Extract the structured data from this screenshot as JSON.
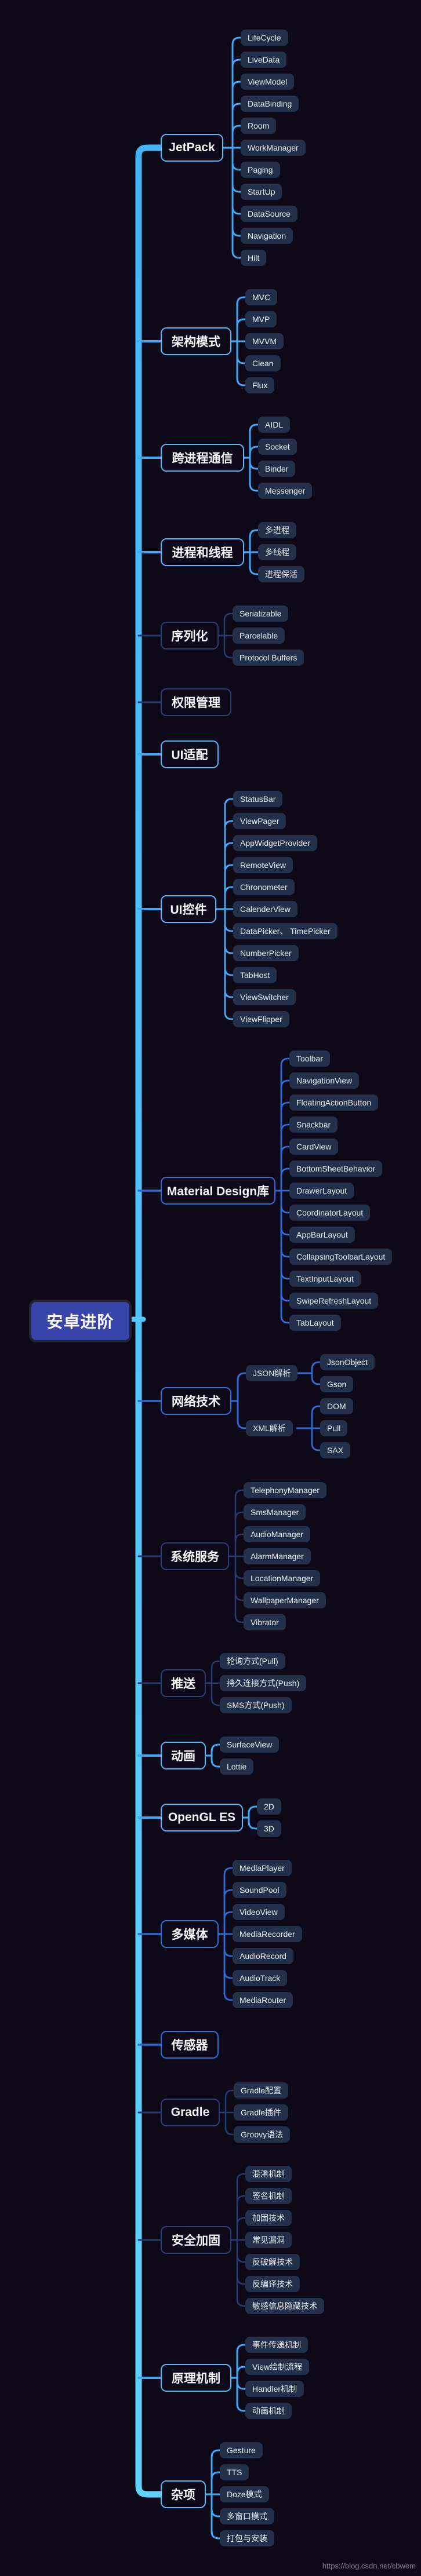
{
  "root": {
    "label": "安卓进阶"
  },
  "watermark": "https://blog.csdn.net/cbwem",
  "palette": {
    "background": "#0d0918",
    "trunk_top": "#44b3fa",
    "trunk_bottom": "#60d1fd",
    "root_fill": "#3745a8",
    "root_border": "#23232f",
    "node_fill": "#242f4a",
    "node_text": "#e9eef6",
    "tone_bright": "#52baf9",
    "tone_medium": "#2e6fd9",
    "tone_dark": "#2c3e74"
  },
  "branches": [
    {
      "label": "JetPack",
      "tone": "bright",
      "children": [
        "LifeCycle",
        "LiveData",
        "ViewModel",
        "DataBinding",
        "Room",
        "WorkManager",
        "Paging",
        "StartUp",
        "DataSource",
        "Navigation",
        "Hilt"
      ]
    },
    {
      "label": "架构模式",
      "tone": "bright",
      "children": [
        "MVC",
        "MVP",
        "MVVM",
        "Clean",
        "Flux"
      ]
    },
    {
      "label": "跨进程通信",
      "tone": "bright",
      "children": [
        "AIDL",
        "Socket",
        "Binder",
        "Messenger"
      ]
    },
    {
      "label": "进程和线程",
      "tone": "bright",
      "children": [
        "多进程",
        "多线程",
        "进程保活"
      ]
    },
    {
      "label": "序列化",
      "tone": "dark",
      "children": [
        "Serializable",
        "Parcelable",
        "Protocol Buffers"
      ]
    },
    {
      "label": "权限管理",
      "tone": "dark",
      "children": []
    },
    {
      "label": "UI适配",
      "tone": "bright",
      "children": []
    },
    {
      "label": "UI控件",
      "tone": "bright",
      "children": [
        "StatusBar",
        "ViewPager",
        "AppWidgetProvider",
        "RemoteView",
        "Chronometer",
        "CalenderView",
        "DataPicker、 TimePicker",
        "NumberPicker",
        "TabHost",
        "ViewSwitcher",
        "ViewFlipper"
      ]
    },
    {
      "label": "Material Design库",
      "tone": "medium",
      "children": [
        "Toolbar",
        "NavigationView",
        "FloatingActionButton",
        "Snackbar",
        "CardView",
        "BottomSheetBehavior",
        "DrawerLayout",
        "CoordinatorLayout",
        "AppBarLayout",
        "CollapsingToolbarLayout",
        "TextInputLayout",
        "SwipeRefreshLayout",
        "TabLayout"
      ]
    },
    {
      "label": "网络技术",
      "tone": "medium",
      "groups": [
        {
          "label": "JSON解析",
          "children": [
            "JsonObject",
            "Gson"
          ]
        },
        {
          "label": "XML解析",
          "children": [
            "DOM",
            "Pull",
            "SAX"
          ]
        }
      ]
    },
    {
      "label": "系统服务",
      "tone": "dark",
      "children": [
        "TelephonyManager",
        "SmsManager",
        "AudioManager",
        "AlarmManager",
        "LocationManager",
        "WallpaperManager",
        "Vibrator"
      ]
    },
    {
      "label": "推送",
      "tone": "dark",
      "children": [
        "轮询方式(Pull)",
        "持久连接方式(Push)",
        "SMS方式(Push)"
      ]
    },
    {
      "label": "动画",
      "tone": "bright",
      "children": [
        "SurfaceView",
        "Lottie"
      ]
    },
    {
      "label": "OpenGL ES",
      "tone": "bright",
      "children": [
        "2D",
        "3D"
      ]
    },
    {
      "label": "多媒体",
      "tone": "medium",
      "children": [
        "MediaPlayer",
        "SoundPool",
        "VideoView",
        "MediaRecorder",
        "AudioRecord",
        "AudioTrack",
        "MediaRouter"
      ]
    },
    {
      "label": "传感器",
      "tone": "medium",
      "children": []
    },
    {
      "label": "Gradle",
      "tone": "dark",
      "children": [
        "Gradle配置",
        "Gradle插件",
        "Groovy语法"
      ]
    },
    {
      "label": "安全加固",
      "tone": "dark",
      "children": [
        "混淆机制",
        "签名机制",
        "加固技术",
        "常见漏洞",
        "反破解技术",
        "反编译技术",
        "敏感信息隐藏技术"
      ]
    },
    {
      "label": "原理机制",
      "tone": "bright",
      "children": [
        "事件传递机制",
        "View绘制流程",
        "Handler机制",
        "动画机制"
      ]
    },
    {
      "label": "杂项",
      "tone": "bright",
      "children": [
        "Gesture",
        "TTS",
        "Doze模式",
        "多窗口模式",
        "打包与安装"
      ]
    }
  ]
}
